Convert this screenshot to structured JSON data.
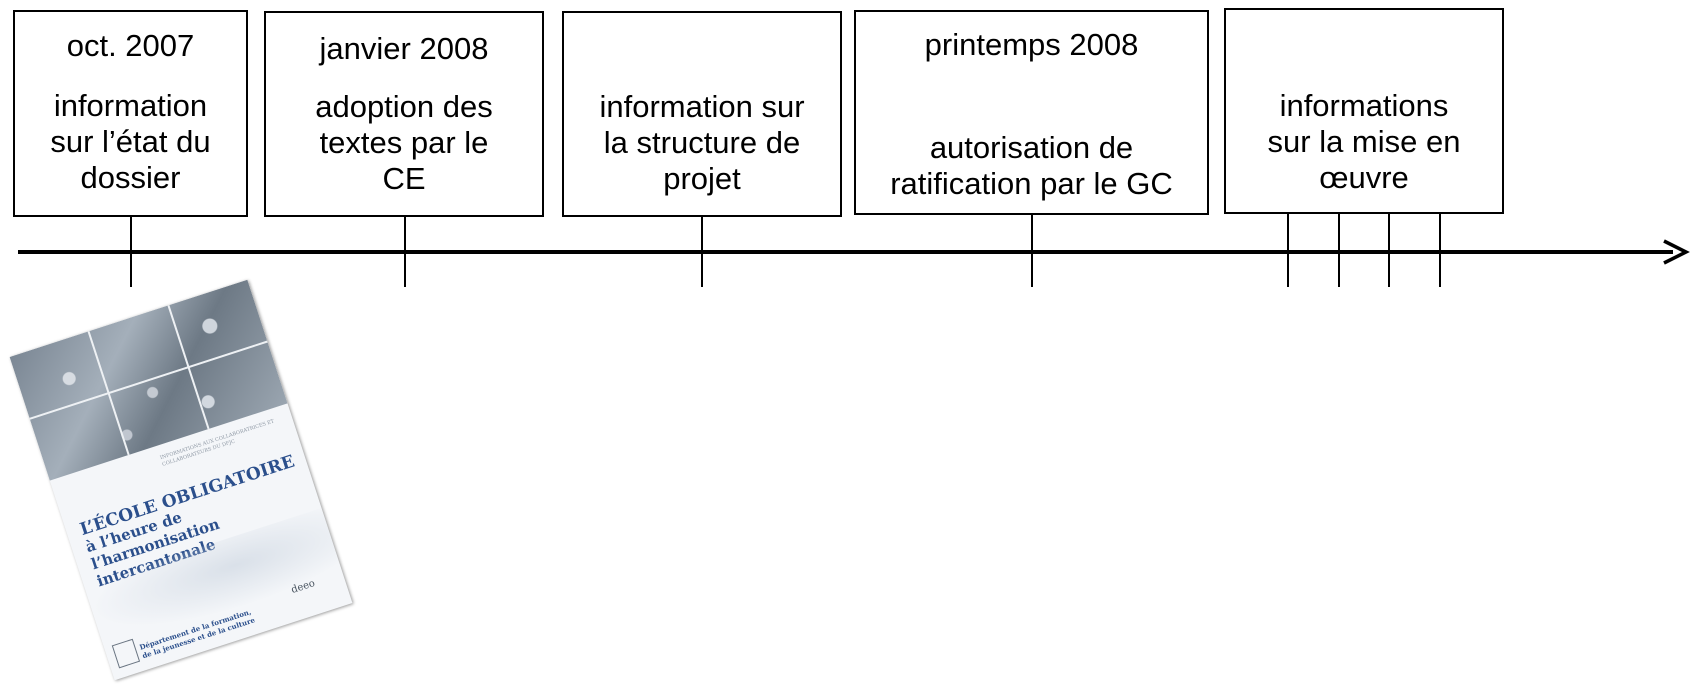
{
  "timeline": {
    "events": [
      {
        "date": "oct. 2007",
        "description": "information\nsur l’état du\ndossier"
      },
      {
        "date": "janvier 2008",
        "description": "adoption des\ntextes par le\nCE"
      },
      {
        "date": "",
        "description": "information sur\nla structure de\nprojet"
      },
      {
        "date": "printemps 2008",
        "description": "autorisation de\nratification par le GC"
      },
      {
        "date": "",
        "description": "informations\nsur la mise en\nœuvre"
      }
    ]
  },
  "brochure": {
    "small_caption": "Informations aux collaboratrices et collaborateurs du DFJC",
    "title": "L’ÉCOLE OBLIGATOIRE",
    "subtitle": "à l’heure de\nl’harmonisation\nintercantonale",
    "department": "Département de la formation,\nde la jeunesse et de la culture",
    "logo_left": "",
    "logo_right": "deeo"
  }
}
